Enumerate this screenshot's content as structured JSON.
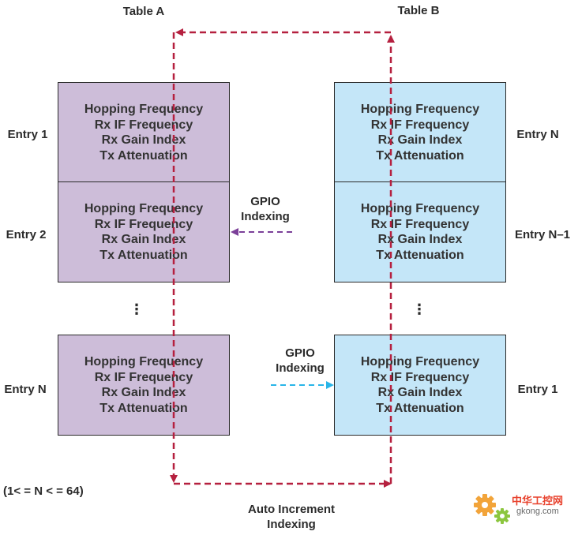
{
  "table_a": {
    "title": "Table A",
    "entries": [
      {
        "label": "Entry 1",
        "lines": [
          "Hopping Frequency",
          "Rx IF Frequency",
          "Rx Gain Index",
          "Tx Attenuation"
        ]
      },
      {
        "label": "Entry 2",
        "lines": [
          "Hopping Frequency",
          "Rx IF Frequency",
          "Rx Gain Index",
          "Tx Attenuation"
        ]
      },
      {
        "label": "Entry N",
        "lines": [
          "Hopping Frequency",
          "Rx IF Frequency",
          "Rx Gain Index",
          "Tx Attenuation"
        ]
      }
    ],
    "ellipsis": "⋮"
  },
  "table_b": {
    "title": "Table B",
    "entries": [
      {
        "label": "Entry N",
        "lines": [
          "Hopping Frequency",
          "Rx IF Frequency",
          "Rx Gain Index",
          "Tx Attenuation"
        ]
      },
      {
        "label": "Entry N–1",
        "lines": [
          "Hopping Frequency",
          "Rx IF Frequency",
          "Rx Gain Index",
          "Tx Attenuation"
        ]
      },
      {
        "label": "Entry 1",
        "lines": [
          "Hopping Frequency",
          "Rx IF Frequency",
          "Rx Gain Index",
          "Tx Attenuation"
        ]
      }
    ],
    "ellipsis": "⋮"
  },
  "gpio_a": {
    "line1": "GPIO",
    "line2": "Indexing"
  },
  "gpio_b": {
    "line1": "GPIO",
    "line2": "Indexing"
  },
  "range_note": "(1< = N < = 64)",
  "auto_increment": {
    "line1": "Auto Increment",
    "line2": "Indexing"
  },
  "colors": {
    "table_a_fill": "#cdbdd9",
    "table_b_fill": "#c4e6f8",
    "loop_arrow": "#b5203f",
    "gpio_a_arrow": "#7b3f98",
    "gpio_b_arrow": "#29b5e8"
  },
  "watermark": {
    "text": "中华工控网",
    "url": "gkong.com",
    "icon": "gear-icon"
  }
}
